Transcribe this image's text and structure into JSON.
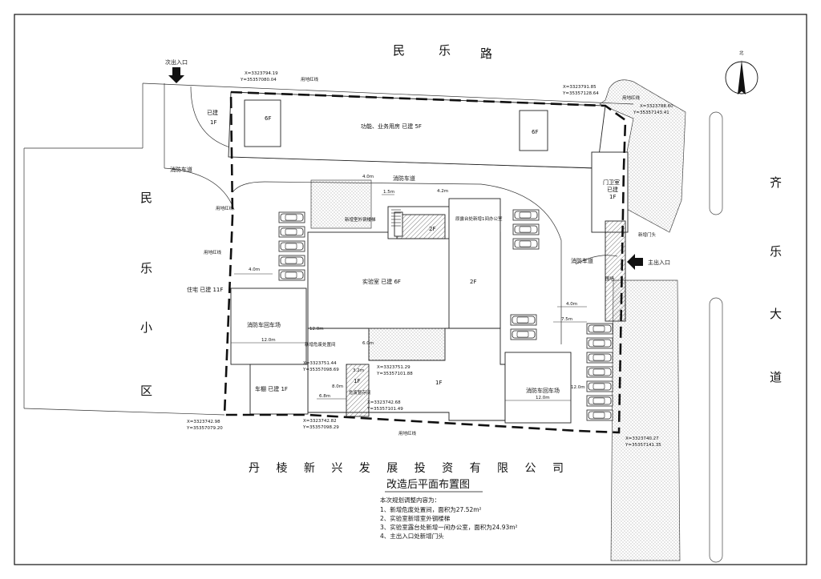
{
  "roads": {
    "top": [
      "民",
      "乐",
      "路"
    ],
    "left": [
      "民",
      "乐",
      "小",
      "区"
    ],
    "right": [
      "齐",
      "乐",
      "大",
      "道"
    ]
  },
  "entrances": {
    "secondary": "次出入口",
    "main": "主出入口"
  },
  "north_label": "北",
  "buildings": {
    "office_block": "功能、业务用房  已建  5F",
    "office_6f_left": "6F",
    "office_6f_right": "6F",
    "existing_1f_corner": [
      "已建",
      "1F"
    ],
    "guard_room": [
      "门卫室",
      "已建",
      "1F"
    ],
    "lab": "实验室  已建  6F",
    "lab_2f": "2F",
    "lab_2f_small": "2F",
    "residential": "住宅  已建  11F",
    "garage": "车棚    已建    1F",
    "b_1f_center": "1F",
    "b_1f_small": "1F",
    "waste_room": "危废暂存间"
  },
  "areas": {
    "fire_lane_top_left": "消防车道",
    "fire_lane_top": "消防车道",
    "fire_lane_right": "消防车道",
    "fire_yard_left": "消防车回车场",
    "fire_yard_right": "消防车回车场"
  },
  "annotations": {
    "redline_a": "用地红线",
    "redline_b": "用地红线",
    "redline_c": "用地红线",
    "redline_d": "用地红线",
    "redline_e": "用地红线",
    "new_stair": "新增室外钢楼梯",
    "new_office": "原露台处新增1间办公室",
    "new_waste": "新增危废处置间",
    "new_gate": "新增门头",
    "gate_label": "围墙"
  },
  "dimensions": {
    "d_4m_left": "4.0m",
    "d_4m_top": "4.0m",
    "d_15m": "1.5m",
    "d_42m": "4.2m",
    "d_4m_right": "4.0m",
    "d_75m": "7.5m",
    "d_12m_left_w": "12.0m",
    "d_12m_left_h": "12.0m",
    "d_6m": "6.0m",
    "d_32m": "3.2m",
    "d_8m": "8.0m",
    "d_68m": "6.8m",
    "d_12m_right_w": "12.0m",
    "d_12m_right_h": "12.0m"
  },
  "coordinates": {
    "c_top_left": [
      "X=3323794.19",
      "Y=35357080.04"
    ],
    "c_top_right": [
      "X=3323791.85",
      "Y=35357128.64"
    ],
    "c_right_upper": [
      "X=3323788.60",
      "Y=35357143.41"
    ],
    "c_mid_1": [
      "X=3323751.44",
      "Y=35357098.69"
    ],
    "c_mid_2": [
      "X=3323751.29",
      "Y=35357101.88"
    ],
    "c_mid_3": [
      "X=3323742.68",
      "Y=35357101.49"
    ],
    "c_bottom_left": [
      "X=3323742.98",
      "Y=35357079.20"
    ],
    "c_bottom_mid": [
      "X=3323742.82",
      "Y=35357098.29"
    ],
    "c_bottom_right": [
      "X=3323740.27",
      "Y=35357141.35"
    ]
  },
  "company": "丹 棱 新 兴 发 展 投 资 有 限 公 司",
  "title": "改造后平面布置图",
  "notes": {
    "heading": "本次规划调整内容为：",
    "items": [
      "1、新增危废处置间，面积为27.52m²",
      "2、实验室新增室外钢楼梯",
      "3、实验室露台处新增一间办公室，面积为24.93m²",
      "4、主出入口处新增门头"
    ]
  }
}
